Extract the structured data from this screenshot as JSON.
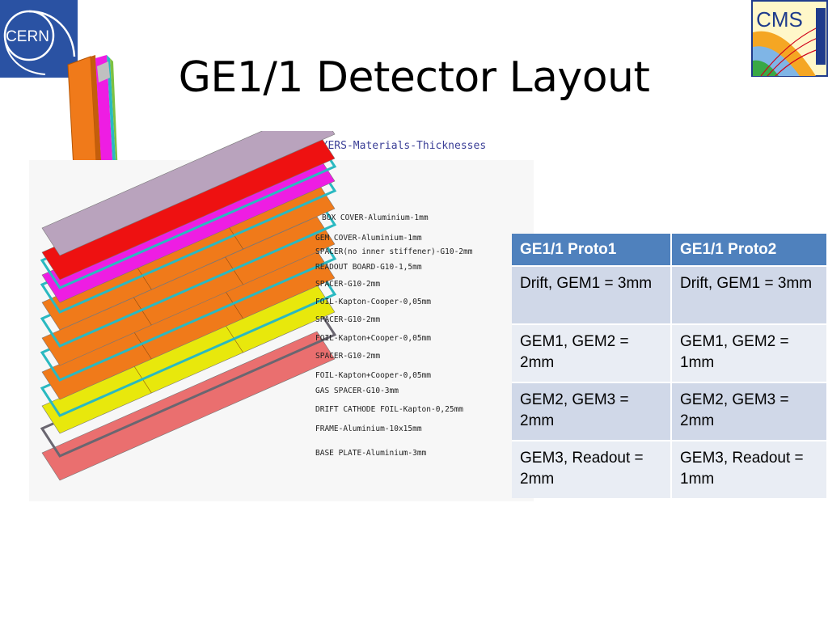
{
  "slide": {
    "title": "GE1/1 Detector Layout"
  },
  "logos": {
    "cern": "CERN",
    "cms": "CMS",
    "cern_color": "#2a52a3",
    "cms_border": "#1f3b8c"
  },
  "diagram": {
    "title": "LAYERS-Materials-Thicknesses",
    "layers": [
      {
        "label": "BOX COVER-Aluminium-1mm",
        "color": "#b9a3bd"
      },
      {
        "label": "GEM COVER-Aluminium-1mm",
        "color": "#ee1111"
      },
      {
        "label": "SPACER(no inner stiffener)-G10-2mm",
        "color": "#2ab9c1"
      },
      {
        "label": "READOUT BOARD-G10-1,5mm",
        "color": "#ee1de3"
      },
      {
        "label": "SPACER-G10-2mm",
        "color": "#2ab9c1"
      },
      {
        "label": "FOIL-Kapton-Cooper-0,05mm",
        "color": "#f07a1a"
      },
      {
        "label": "SPACER-G10-2mm",
        "color": "#2ab9c1"
      },
      {
        "label": "FOIL-Kapton+Cooper-0,05mm",
        "color": "#f07a1a"
      },
      {
        "label": "SPACER-G10-2mm",
        "color": "#2ab9c1"
      },
      {
        "label": "FOIL-Kapton+Cooper-0,05mm",
        "color": "#f07a1a"
      },
      {
        "label": "GAS SPACER-G10-3mm",
        "color": "#2ab9c1"
      },
      {
        "label": "DRIFT CATHODE FOIL-Kapton-0,25mm",
        "color": "#e8e80c"
      },
      {
        "label": "FRAME-Aluminium-10x15mm",
        "color": "#9e9aa8"
      },
      {
        "label": "BASE PLATE-Aluminium-3mm",
        "color": "#ea6f6f"
      }
    ]
  },
  "table": {
    "headers": [
      "GE1/1 Proto1",
      "GE1/1 Proto2"
    ],
    "rows": [
      [
        "Drift, GEM1 = 3mm",
        "Drift, GEM1 = 3mm"
      ],
      [
        "GEM1, GEM2 = 2mm",
        "GEM1, GEM2 = 1mm"
      ],
      [
        "GEM2, GEM3 = 2mm",
        "GEM2, GEM3 = 2mm"
      ],
      [
        "GEM3, Readout = 2mm",
        "GEM3, Readout = 1mm"
      ]
    ],
    "header_color": "#4f81bd",
    "row_colors": [
      "#d0d8e8",
      "#e9edf4"
    ]
  }
}
